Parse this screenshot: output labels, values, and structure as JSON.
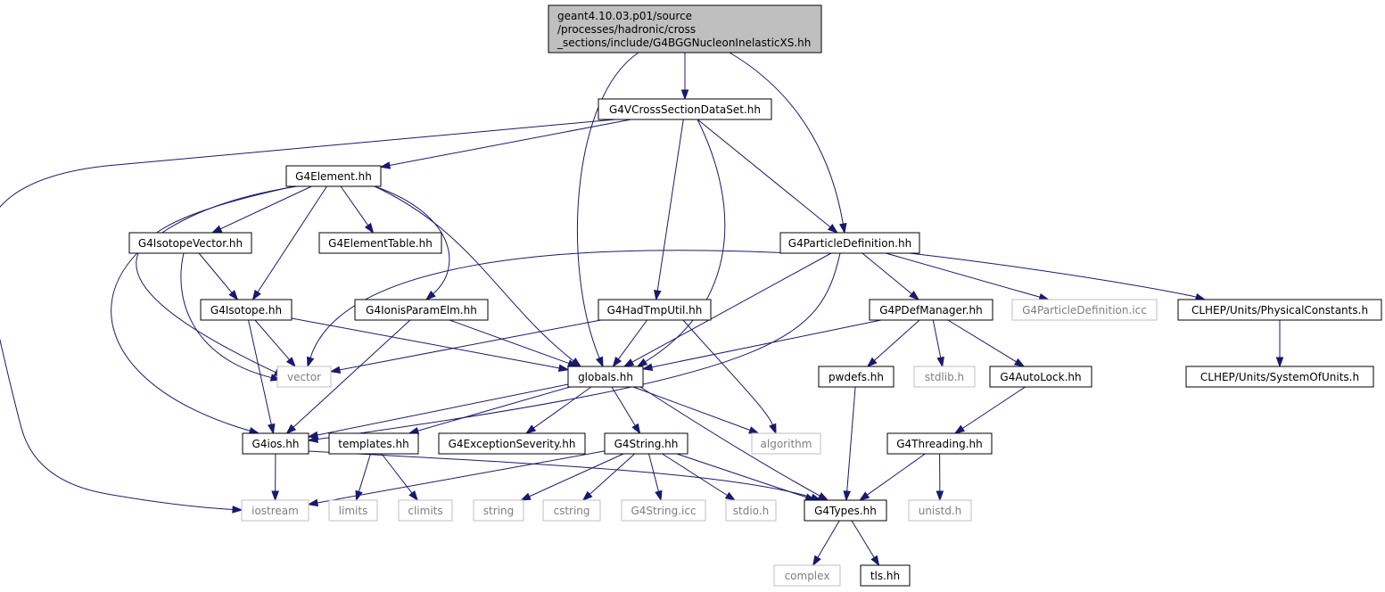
{
  "diagram": {
    "type": "include-dependency-graph",
    "colors": {
      "edge": "#191970",
      "root_fill": "#bfbfbf",
      "node_border": "#000000",
      "external_border": "#bfbfbf",
      "text": "#000000",
      "external_text": "#7f7f7f"
    },
    "nodes": [
      {
        "id": "root",
        "kind": "root",
        "lines": [
          "geant4.10.03.p01/source",
          "/processes/hadronic/cross",
          "_sections/include/G4BGGNucleonInelasticXS.hh"
        ]
      },
      {
        "id": "G4VCrossSectionDataSet",
        "kind": "normal",
        "lines": [
          "G4VCrossSectionDataSet.hh"
        ]
      },
      {
        "id": "G4Element",
        "kind": "normal",
        "lines": [
          "G4Element.hh"
        ]
      },
      {
        "id": "G4ParticleDefinition",
        "kind": "normal",
        "lines": [
          "G4ParticleDefinition.hh"
        ]
      },
      {
        "id": "G4IsotopeVector",
        "kind": "normal",
        "lines": [
          "G4IsotopeVector.hh"
        ]
      },
      {
        "id": "G4ElementTable",
        "kind": "normal",
        "lines": [
          "G4ElementTable.hh"
        ]
      },
      {
        "id": "G4Isotope",
        "kind": "normal",
        "lines": [
          "G4Isotope.hh"
        ]
      },
      {
        "id": "G4IonisParamElm",
        "kind": "normal",
        "lines": [
          "G4IonisParamElm.hh"
        ]
      },
      {
        "id": "G4HadTmpUtil",
        "kind": "normal",
        "lines": [
          "G4HadTmpUtil.hh"
        ]
      },
      {
        "id": "G4PDefManager",
        "kind": "normal",
        "lines": [
          "G4PDefManager.hh"
        ]
      },
      {
        "id": "G4ParticleDefinitionIcc",
        "kind": "external",
        "lines": [
          "G4ParticleDefinition.icc"
        ]
      },
      {
        "id": "PhysicalConstants",
        "kind": "normal",
        "lines": [
          "CLHEP/Units/PhysicalConstants.h"
        ]
      },
      {
        "id": "vector",
        "kind": "external",
        "lines": [
          "vector"
        ]
      },
      {
        "id": "globals",
        "kind": "normal",
        "lines": [
          "globals.hh"
        ]
      },
      {
        "id": "pwdefs",
        "kind": "normal",
        "lines": [
          "pwdefs.hh"
        ]
      },
      {
        "id": "stdlib",
        "kind": "external",
        "lines": [
          "stdlib.h"
        ]
      },
      {
        "id": "G4AutoLock",
        "kind": "normal",
        "lines": [
          "G4AutoLock.hh"
        ]
      },
      {
        "id": "SystemOfUnits",
        "kind": "normal",
        "lines": [
          "CLHEP/Units/SystemOfUnits.h"
        ]
      },
      {
        "id": "G4ios",
        "kind": "normal",
        "lines": [
          "G4ios.hh"
        ]
      },
      {
        "id": "templates",
        "kind": "normal",
        "lines": [
          "templates.hh"
        ]
      },
      {
        "id": "G4ExceptionSeverity",
        "kind": "normal",
        "lines": [
          "G4ExceptionSeverity.hh"
        ]
      },
      {
        "id": "G4String",
        "kind": "normal",
        "lines": [
          "G4String.hh"
        ]
      },
      {
        "id": "algorithm",
        "kind": "external",
        "lines": [
          "algorithm"
        ]
      },
      {
        "id": "G4Threading",
        "kind": "normal",
        "lines": [
          "G4Threading.hh"
        ]
      },
      {
        "id": "iostream",
        "kind": "external",
        "lines": [
          "iostream"
        ]
      },
      {
        "id": "limits",
        "kind": "external",
        "lines": [
          "limits"
        ]
      },
      {
        "id": "climits",
        "kind": "external",
        "lines": [
          "climits"
        ]
      },
      {
        "id": "string",
        "kind": "external",
        "lines": [
          "string"
        ]
      },
      {
        "id": "cstring",
        "kind": "external",
        "lines": [
          "cstring"
        ]
      },
      {
        "id": "G4StringIcc",
        "kind": "external",
        "lines": [
          "G4String.icc"
        ]
      },
      {
        "id": "stdio",
        "kind": "external",
        "lines": [
          "stdio.h"
        ]
      },
      {
        "id": "G4Types",
        "kind": "normal",
        "lines": [
          "G4Types.hh"
        ]
      },
      {
        "id": "unistd",
        "kind": "external",
        "lines": [
          "unistd.h"
        ]
      },
      {
        "id": "complex",
        "kind": "external",
        "lines": [
          "complex"
        ]
      },
      {
        "id": "tls",
        "kind": "normal",
        "lines": [
          "tls.hh"
        ]
      }
    ],
    "edges": [
      [
        "root",
        "G4VCrossSectionDataSet"
      ],
      [
        "root",
        "globals"
      ],
      [
        "root",
        "G4ParticleDefinition"
      ],
      [
        "G4VCrossSectionDataSet",
        "iostream"
      ],
      [
        "G4VCrossSectionDataSet",
        "G4Element"
      ],
      [
        "G4VCrossSectionDataSet",
        "G4HadTmpUtil"
      ],
      [
        "G4VCrossSectionDataSet",
        "globals"
      ],
      [
        "G4VCrossSectionDataSet",
        "G4ParticleDefinition"
      ],
      [
        "G4Element",
        "G4IsotopeVector"
      ],
      [
        "G4Element",
        "G4ElementTable"
      ],
      [
        "G4Element",
        "G4Isotope"
      ],
      [
        "G4Element",
        "G4IonisParamElm"
      ],
      [
        "G4Element",
        "vector"
      ],
      [
        "G4Element",
        "globals"
      ],
      [
        "G4Element",
        "G4ios"
      ],
      [
        "G4IsotopeVector",
        "G4Isotope"
      ],
      [
        "G4IsotopeVector",
        "vector"
      ],
      [
        "G4Isotope",
        "vector"
      ],
      [
        "G4Isotope",
        "globals"
      ],
      [
        "G4Isotope",
        "G4ios"
      ],
      [
        "G4IonisParamElm",
        "globals"
      ],
      [
        "G4IonisParamElm",
        "G4ios"
      ],
      [
        "G4HadTmpUtil",
        "vector"
      ],
      [
        "G4HadTmpUtil",
        "globals"
      ],
      [
        "G4HadTmpUtil",
        "algorithm"
      ],
      [
        "G4ParticleDefinition",
        "vector"
      ],
      [
        "G4ParticleDefinition",
        "globals"
      ],
      [
        "G4ParticleDefinition",
        "G4ios"
      ],
      [
        "G4ParticleDefinition",
        "G4PDefManager"
      ],
      [
        "G4ParticleDefinition",
        "G4ParticleDefinitionIcc"
      ],
      [
        "G4ParticleDefinition",
        "PhysicalConstants"
      ],
      [
        "G4PDefManager",
        "globals"
      ],
      [
        "G4PDefManager",
        "pwdefs"
      ],
      [
        "G4PDefManager",
        "stdlib"
      ],
      [
        "G4PDefManager",
        "G4AutoLock"
      ],
      [
        "PhysicalConstants",
        "SystemOfUnits"
      ],
      [
        "globals",
        "G4ios"
      ],
      [
        "globals",
        "templates"
      ],
      [
        "globals",
        "G4ExceptionSeverity"
      ],
      [
        "globals",
        "G4String"
      ],
      [
        "globals",
        "algorithm"
      ],
      [
        "globals",
        "G4Types"
      ],
      [
        "G4ios",
        "iostream"
      ],
      [
        "G4ios",
        "G4Types"
      ],
      [
        "templates",
        "limits"
      ],
      [
        "templates",
        "climits"
      ],
      [
        "G4String",
        "iostream"
      ],
      [
        "G4String",
        "string"
      ],
      [
        "G4String",
        "cstring"
      ],
      [
        "G4String",
        "G4StringIcc"
      ],
      [
        "G4String",
        "stdio"
      ],
      [
        "G4String",
        "G4Types"
      ],
      [
        "pwdefs",
        "G4Types"
      ],
      [
        "G4AutoLock",
        "G4Threading"
      ],
      [
        "G4Threading",
        "G4Types"
      ],
      [
        "G4Threading",
        "unistd"
      ],
      [
        "G4Types",
        "complex"
      ],
      [
        "G4Types",
        "tls"
      ]
    ]
  }
}
